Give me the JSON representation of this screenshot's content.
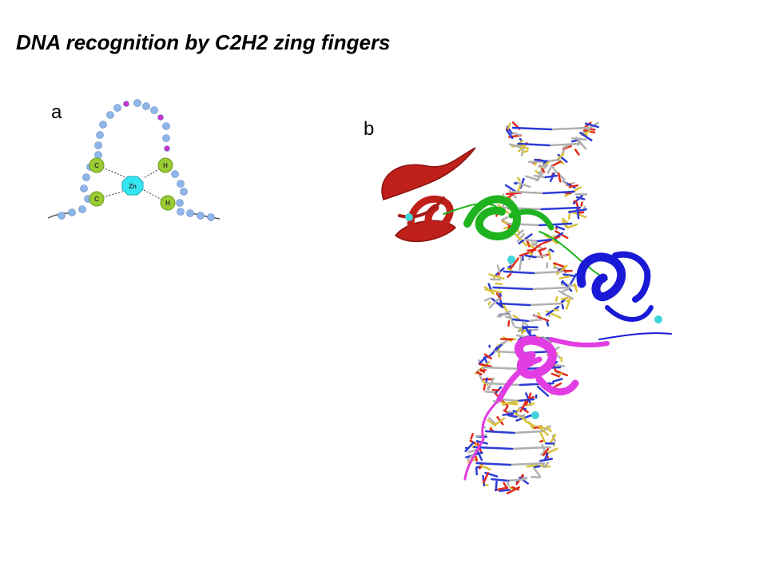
{
  "slide": {
    "title": "DNA recognition by C2H2 zing fingers"
  },
  "panels": {
    "a": {
      "label": "a",
      "zinc_label": "Zn",
      "cys1_label": "C",
      "cys2_label": "C",
      "his1_label": "H",
      "his2_label": "H"
    },
    "b": {
      "label": "b"
    }
  },
  "colors": {
    "residue_bead": "#8fb6e8",
    "highlight_bead": "#cc33cc",
    "cysteine": "#99cc33",
    "histidine": "#99cc33",
    "zinc": "#33e6f2",
    "finger_1": "#c0201a",
    "finger_2": "#1fb31f",
    "finger_3": "#1a1ad6",
    "finger_4": "#e23de2",
    "zinc_ion": "#3fd4d8",
    "dna_backbone": "#b0b0b0",
    "dna_oxygen": "#e22a1a",
    "dna_nitrogen": "#2b3bd6",
    "dna_phosphate": "#d8c23a"
  }
}
